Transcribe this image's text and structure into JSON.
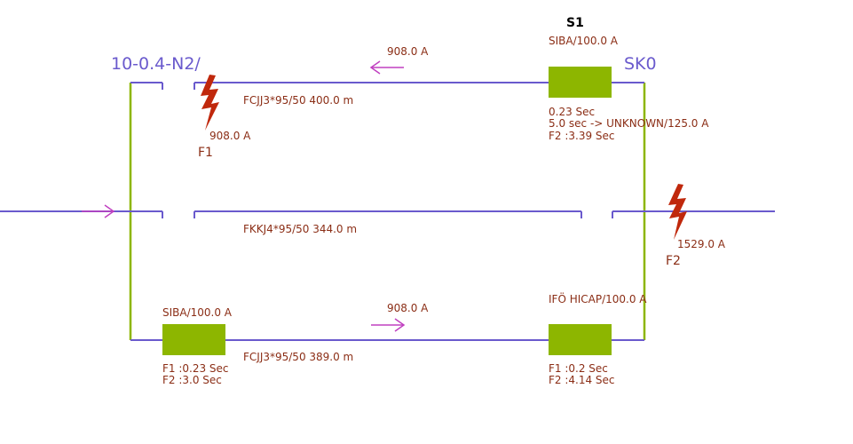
{
  "colors": {
    "background": "#ffffff",
    "cable": "#6a5acd",
    "busbar": "#8db600",
    "fuse_fill": "#8db600",
    "label_text": "#8b2e16",
    "node_text": "#6a5acd",
    "fault_icon": "#c0280c",
    "arrow": "#c040c0"
  },
  "nodes": {
    "left": "10-0.4-N2/",
    "right": "SK0"
  },
  "switch_s1": {
    "title": "S1",
    "fuse_label": "SIBA/100.0 A",
    "time": "0.23 Sec",
    "backup": "5.0 sec -> UNKNOWN/125.0 A",
    "f2_time": "F2 :3.39 Sec"
  },
  "top_cable": {
    "current": "908.0 A",
    "spec": "FCJJ3*95/50  400.0 m"
  },
  "middle_cable": {
    "spec": "FKKJ4*95/50  344.0 m"
  },
  "bottom_cable": {
    "current": "908.0 A",
    "spec": "FCJJ3*95/50  389.0 m"
  },
  "fault_f1": {
    "current": "908.0 A",
    "name": "F1"
  },
  "fault_f2": {
    "current": "1529.0 A",
    "name": "F2"
  },
  "fuse_bottom_left": {
    "label": "SIBA/100.0 A",
    "f1_time": "F1 :0.23 Sec",
    "f2_time": "F2 :3.0 Sec"
  },
  "fuse_bottom_right": {
    "label": "IFÖ HICAP/100.0 A",
    "f1_time": "F1 :0.2 Sec",
    "f2_time": "F2 :4.14 Sec"
  }
}
